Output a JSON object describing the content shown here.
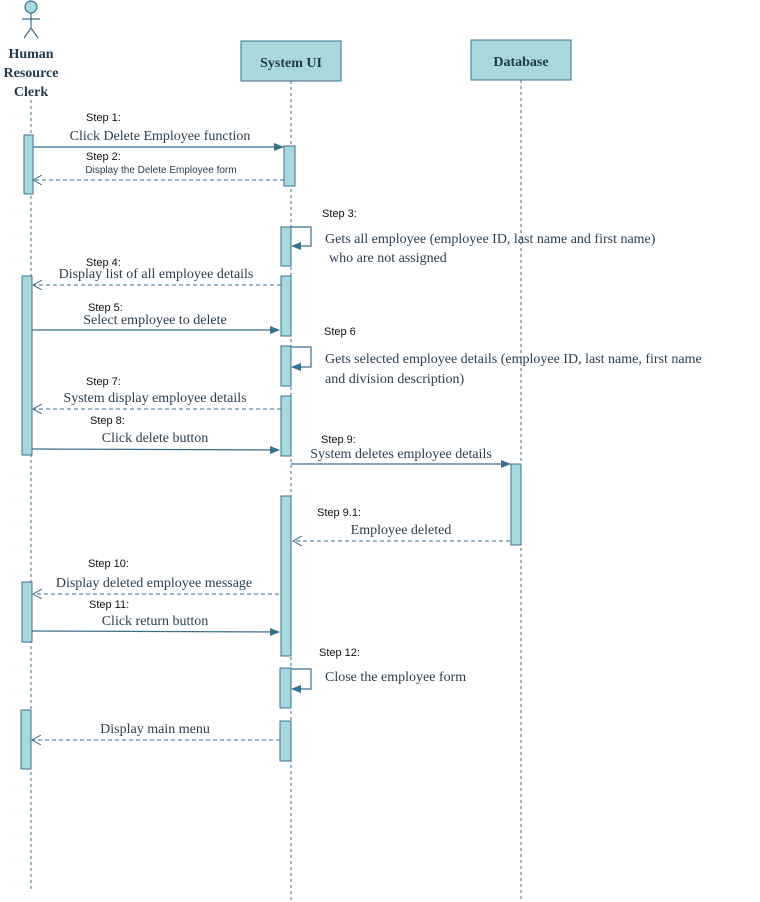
{
  "participants": {
    "actor": {
      "line1": "Human",
      "line2": "Resource",
      "line3": "Clerk"
    },
    "system_ui": "System UI",
    "database": "Database"
  },
  "colors": {
    "activation_fill": "#a8d8dc",
    "line": "#3a6f8f",
    "text": "#2b3e4f"
  },
  "steps": {
    "s1": {
      "label": "Step 1:",
      "text": "Click Delete Employee function"
    },
    "s2": {
      "label": "Step 2:",
      "text": "Display the Delete Employee form"
    },
    "s3": {
      "label": "Step 3:",
      "line1": "Gets all employee (employee ID, last name and first name)",
      "line2": "who are not assigned"
    },
    "s4": {
      "label": "Step 4:",
      "text": "Display list of all employee details"
    },
    "s5": {
      "label": "Step 5:",
      "text": "Select employee to delete"
    },
    "s6": {
      "label": "Step 6",
      "line1": "Gets selected employee details (employee ID, last name, first name",
      "line2": "and division description)"
    },
    "s7": {
      "label": "Step 7:",
      "text": "System display employee details"
    },
    "s8": {
      "label": "Step 8:",
      "text": "Click delete button"
    },
    "s9": {
      "label": "Step 9:",
      "text": "System deletes employee details"
    },
    "s91": {
      "label": "Step 9.1:",
      "text": "Employee deleted"
    },
    "s10": {
      "label": "Step 10:",
      "text": "Display deleted employee message"
    },
    "s11": {
      "label": "Step 11:",
      "text": "Click return button"
    },
    "s12": {
      "label": "Step 12:",
      "text": "Close the employee form"
    },
    "s13": {
      "text": "Display main menu"
    }
  }
}
